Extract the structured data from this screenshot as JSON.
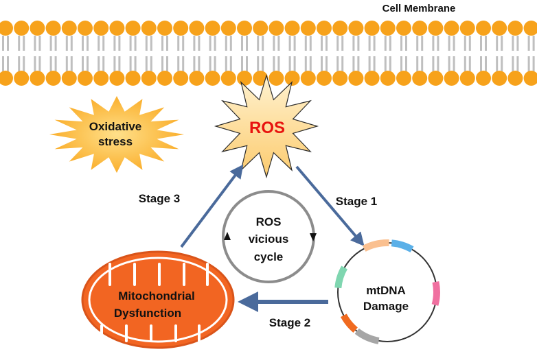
{
  "membrane": {
    "label": "Cell Membrane",
    "head_color": "#F7A21B",
    "tail_color": "#BFBFBF"
  },
  "ros": {
    "label": "ROS",
    "label_color": "#E8130F",
    "fill": "#FDE4A8"
  },
  "oxidative": {
    "line1": "Oxidative",
    "line2": "stress",
    "fill": "#F9A51A"
  },
  "cycle": {
    "line1": "ROS",
    "line2": "vicious",
    "line3": "cycle"
  },
  "stages": {
    "stage1": "Stage 1",
    "stage2": "Stage 2",
    "stage3": "Stage 3",
    "arrow_color": "#4A6A9B"
  },
  "mtdna": {
    "line1": "mtDNA",
    "line2": "Damage",
    "segment_colors": [
      "#FAC090",
      "#5BB0E8",
      "#F070A0",
      "#A6A6A6",
      "#F06A1F",
      "#7FD6B0"
    ]
  },
  "mito": {
    "line1": "Mitochondrial",
    "line2": "Dysfunction",
    "fill": "#F26522"
  }
}
